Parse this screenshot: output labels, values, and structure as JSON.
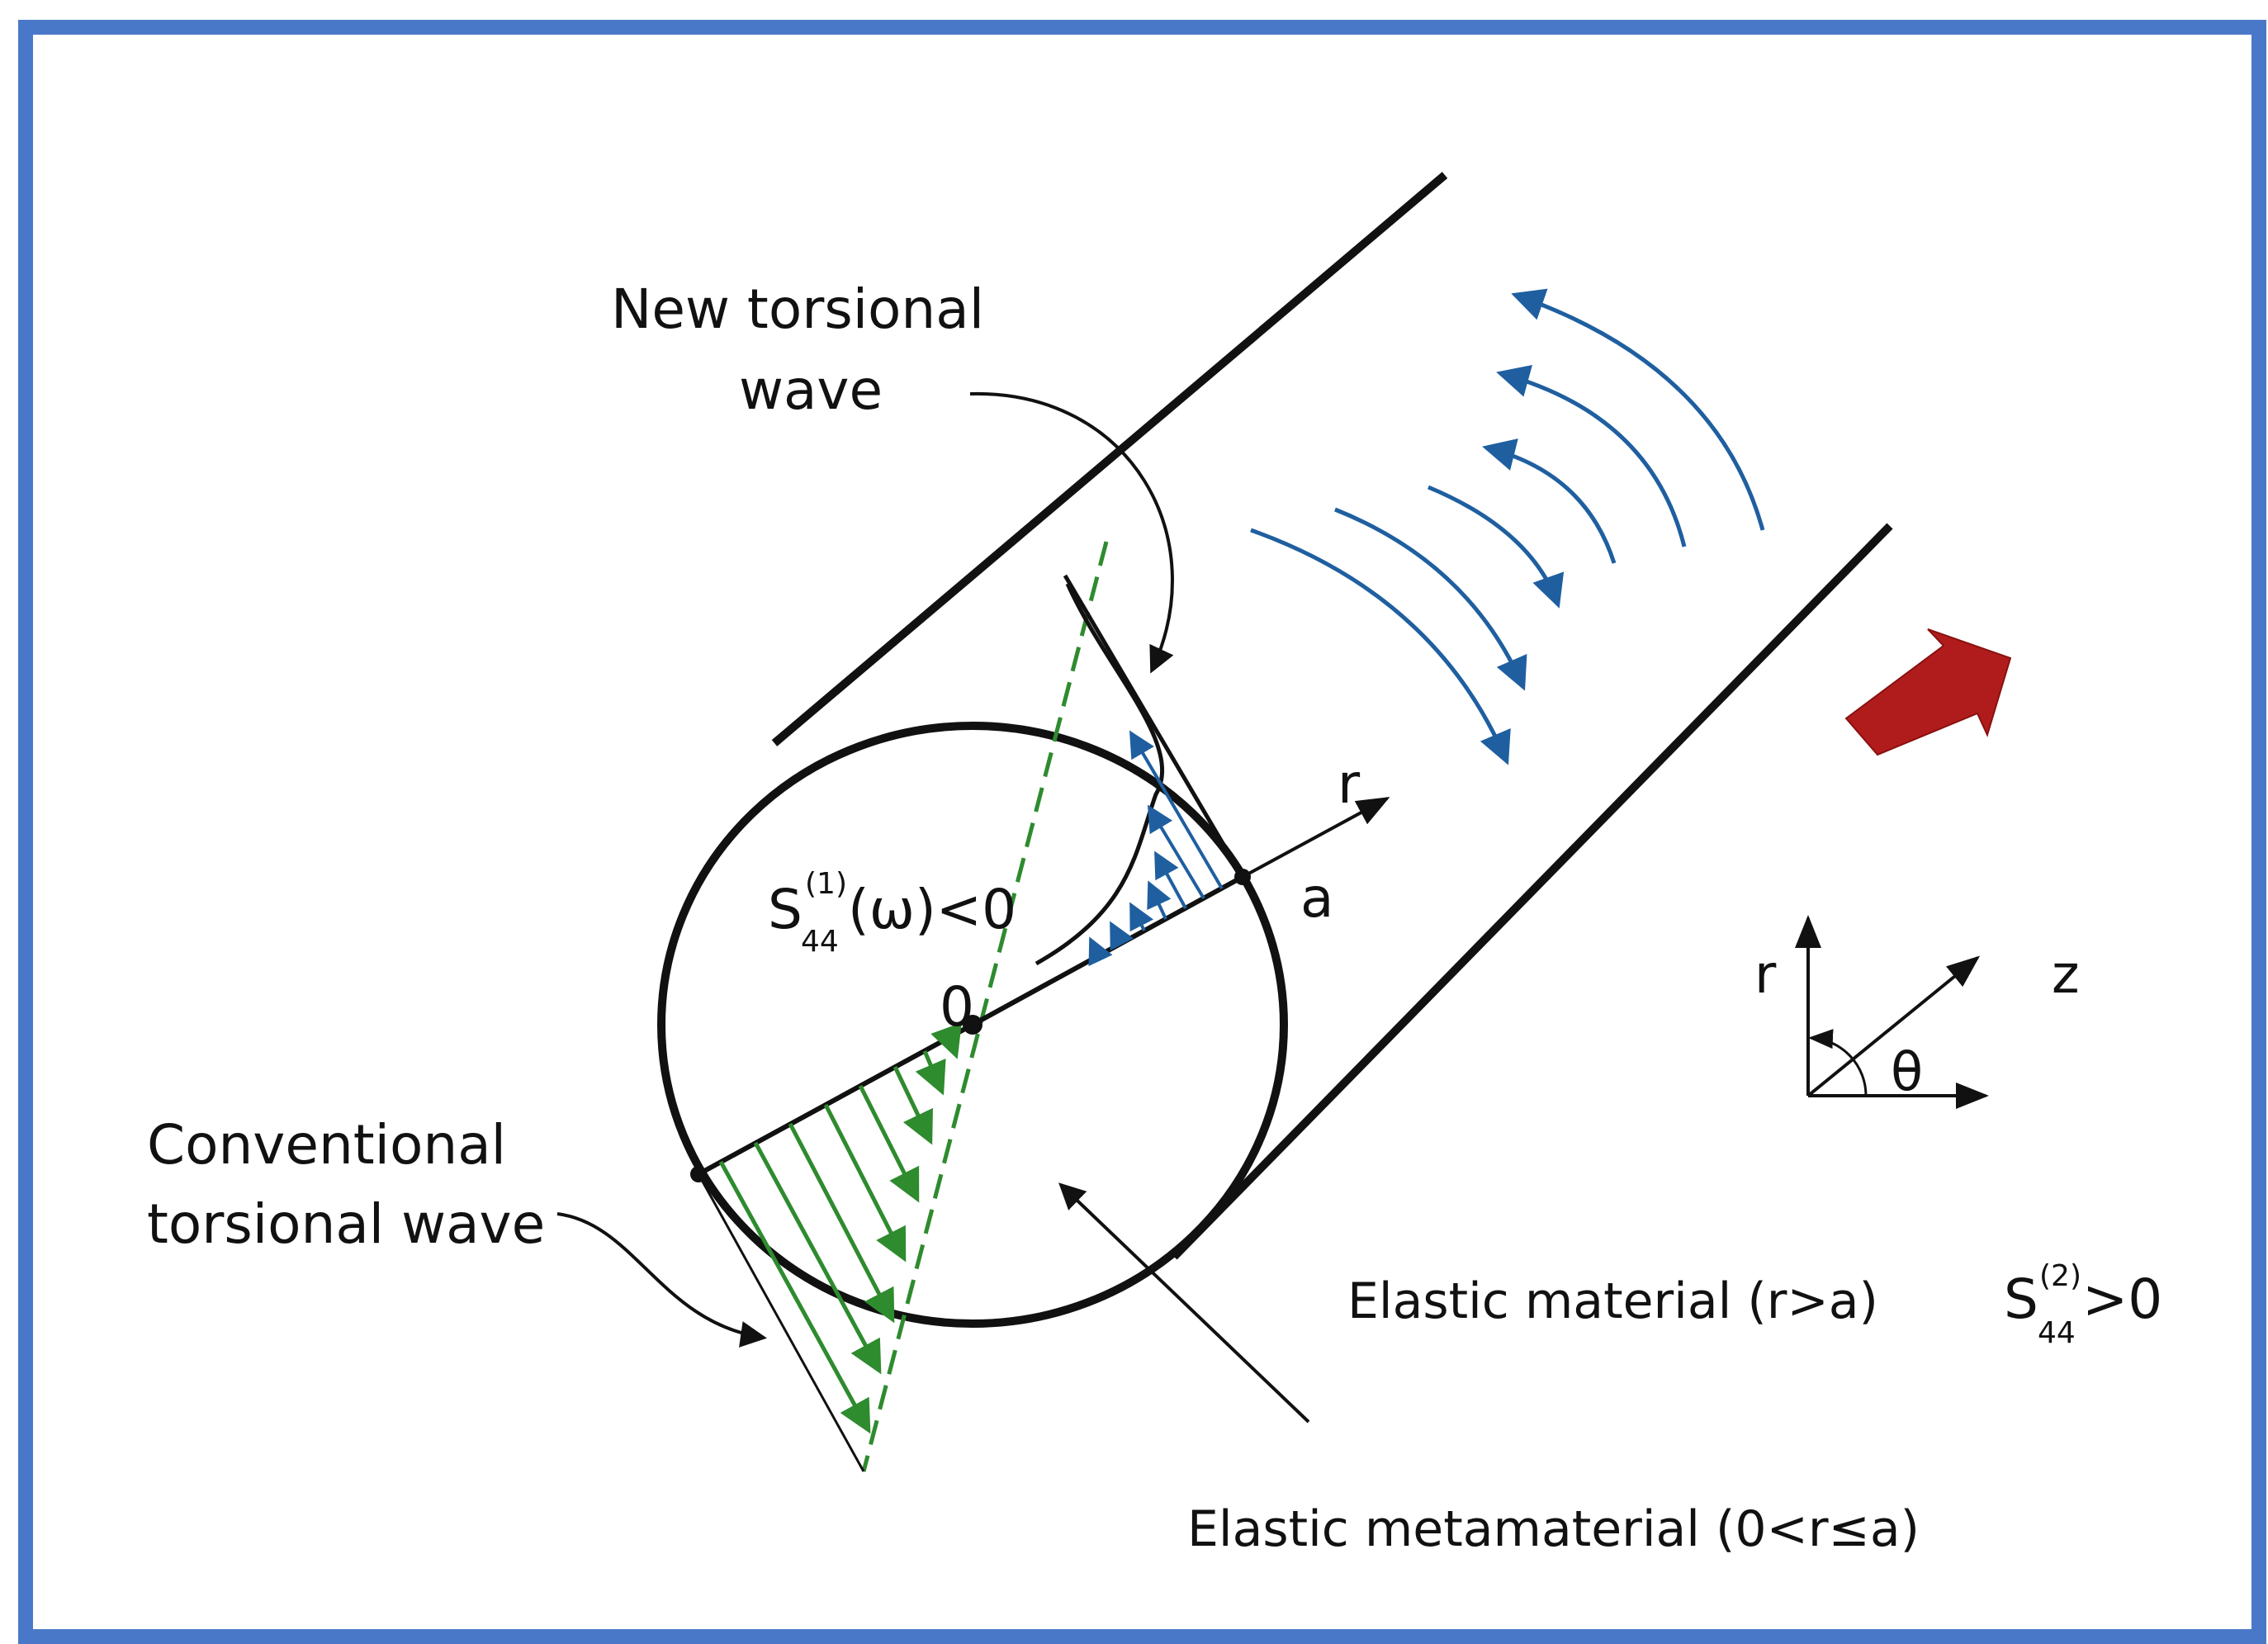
{
  "labels": {
    "new_wave_line1": "New torsional",
    "new_wave_line2": "wave",
    "conv_wave_line1": "Conventional",
    "conv_wave_line2": "torsional wave",
    "origin": "0",
    "radius_axis": "r",
    "radius_point": "a",
    "meta_modulus_base": "S",
    "meta_modulus_sup": "(1)",
    "meta_modulus_sub": "44",
    "meta_modulus_tail": "(ω)<0",
    "outer_material": "Elastic material (r>a)",
    "outer_modulus_base": "S",
    "outer_modulus_sup": "(2)",
    "outer_modulus_sub": "44",
    "outer_modulus_tail": ">0",
    "meta_material": "Elastic metamaterial (0<r≤a)",
    "coord_r": "r",
    "coord_z": "z",
    "coord_theta": "θ"
  },
  "colors": {
    "frame": "#4a78c9",
    "outline": "#111111",
    "new_wave": "#1f5fa0",
    "conventional_wave": "#2e8b2e",
    "direction_arrow": "#b01c1c"
  },
  "icons": {
    "propagation": "red-propagation-arrow"
  }
}
